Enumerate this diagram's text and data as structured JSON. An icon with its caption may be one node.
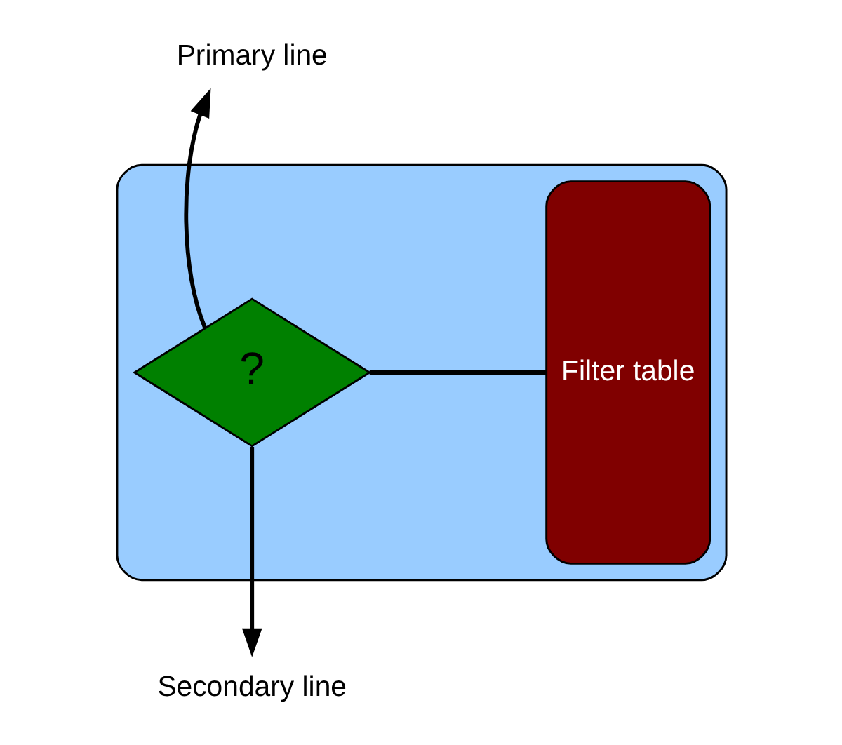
{
  "diagram": {
    "nodes": [
      {
        "text": [
          "Primary line"
        ]
      },
      {
        "text": [],
        "shape": "box"
      },
      {
        "text": [
          "?"
        ],
        "in": 1
      },
      {
        "text": [
          "Filter table"
        ],
        "in": 1
      },
      {
        "text": [
          "Secondary line"
        ]
      }
    ],
    "edges": [
      {
        "from": 2,
        "to": 0,
        "arrow": "to"
      },
      {
        "from": 2,
        "to": 4,
        "arrow": "to"
      },
      {
        "from": 2,
        "to": 3,
        "arrow": "none"
      }
    ]
  }
}
